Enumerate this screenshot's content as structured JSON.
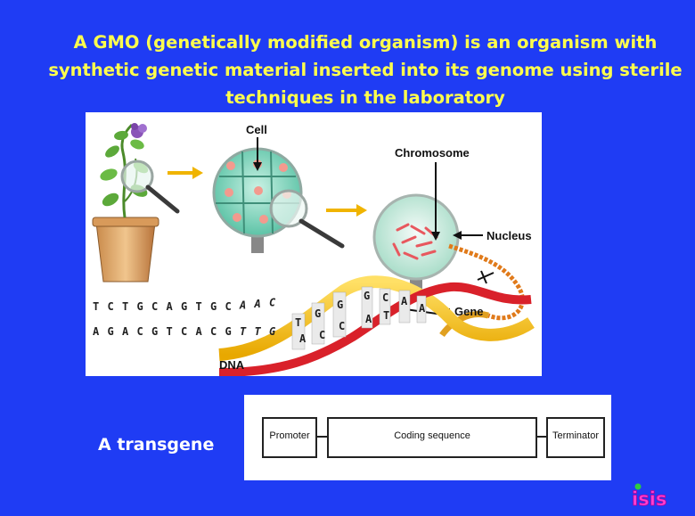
{
  "slide": {
    "title_lines": [
      "A GMO (genetically modified organism) is an organism with",
      "synthetic genetic material inserted into its genome using sterile",
      "techniques in the laboratory"
    ],
    "background_color": "#1f3cf4",
    "title_color": "#ffff4d"
  },
  "diagram": {
    "labels": {
      "cell": "Cell",
      "chromosome": "Chromosome",
      "nucleus": "Nucleus",
      "gene": "Gene",
      "dna": "DNA"
    },
    "sequence_top": [
      "T",
      "C",
      "T",
      "G",
      "C",
      "A",
      "G",
      "T",
      "G",
      "C",
      "A",
      "A",
      "C"
    ],
    "sequence_bottom": [
      "A",
      "G",
      "A",
      "C",
      "G",
      "T",
      "C",
      "A",
      "C",
      "G",
      "T",
      "T",
      "G"
    ],
    "helix_letters": [
      "T",
      "G",
      "A",
      "C",
      "G",
      "C",
      "G",
      "A",
      "C",
      "T",
      "A",
      "A"
    ],
    "icons": [
      "plant-icon",
      "magnifier-icon",
      "cell-icon",
      "nucleus-icon",
      "dna-helix-icon"
    ]
  },
  "transgene": {
    "label": "A transgene",
    "segments": {
      "promoter": "Promoter",
      "coding": "Coding sequence",
      "terminator": "Terminator"
    }
  },
  "logo": {
    "text": "isis",
    "color": "#ff3fd0"
  }
}
